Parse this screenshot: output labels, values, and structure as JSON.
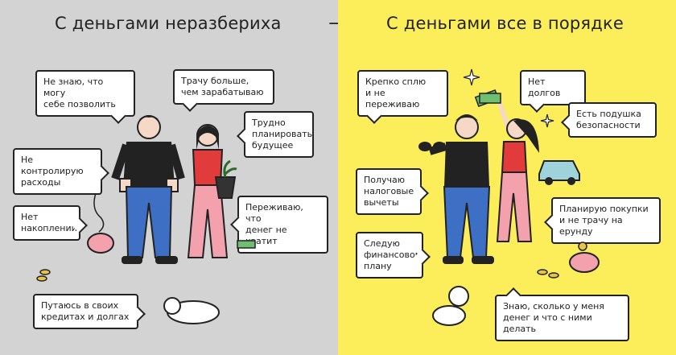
{
  "left": {
    "title": "С деньгами неразбериха",
    "bubbles": [
      "Не знаю, что могу\nсебе позволить",
      "Трачу больше,\nчем зарабатываю",
      "Трудно\nпланировать\nбудущее",
      "Не контролирую\nрасходы",
      "Нет\nнакоплений",
      "Переживаю, что\nденег не хватит",
      "Путаюсь в своих\nкредитах и долгах"
    ]
  },
  "arrow": "→",
  "right": {
    "title": "С деньгами все в порядке",
    "bubbles": [
      "Крепко сплю\nи не переживаю",
      "Нет долгов",
      "Есть подушка\nбезопасности",
      "Получаю\nналоговые\nвычеты",
      "Планирую покупки\nи не трачу на ерунду",
      "Следую\nфинансовому\nплану",
      "Знаю, сколько у меня\nденег и что с ними делать"
    ]
  },
  "colors": {
    "left_bg": "#d3d3d3",
    "right_bg": "#fbee5a",
    "ink": "#222222",
    "pink": "#f3a1ad",
    "blue": "#3d6fc4",
    "red": "#e23b3b"
  }
}
